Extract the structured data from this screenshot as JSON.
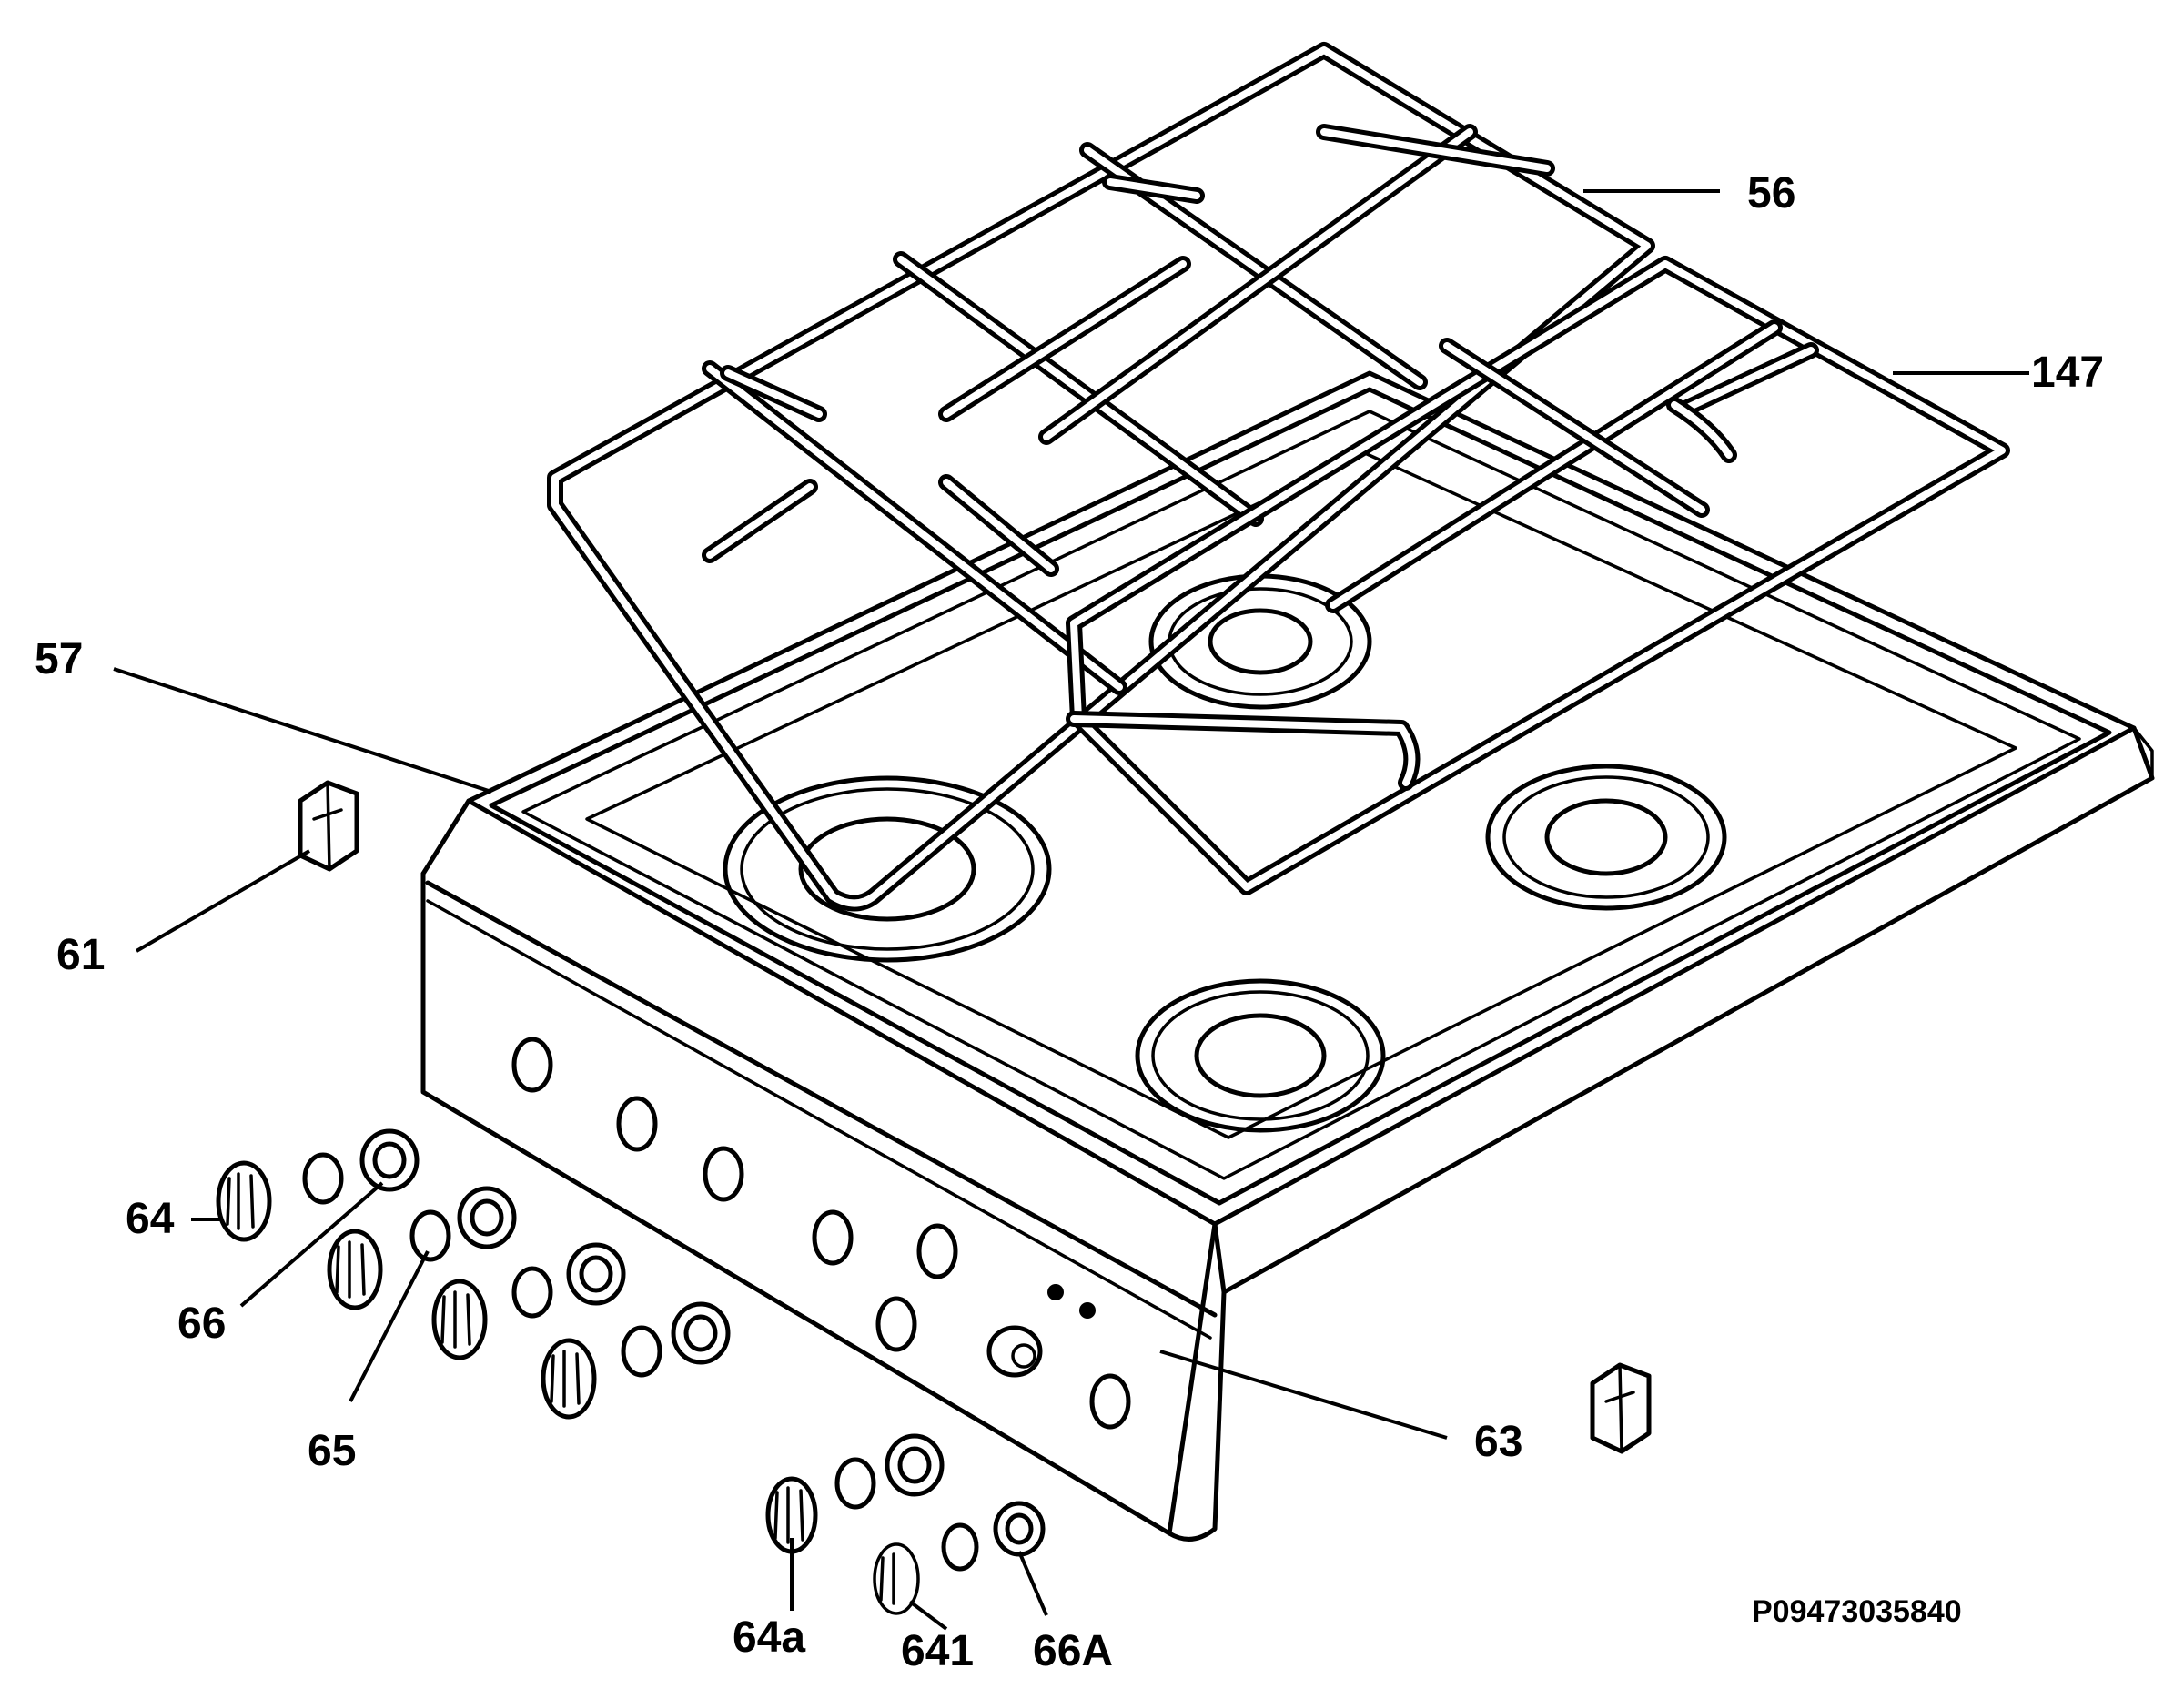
{
  "diagram": {
    "part_labels": {
      "p56": "56",
      "p147": "147",
      "p57": "57",
      "p61": "61",
      "p63": "63",
      "p64": "64",
      "p66": "66",
      "p65": "65",
      "p64a": "64a",
      "p641": "641",
      "p66A": "66A"
    },
    "drawing_code": "P09473035840"
  }
}
